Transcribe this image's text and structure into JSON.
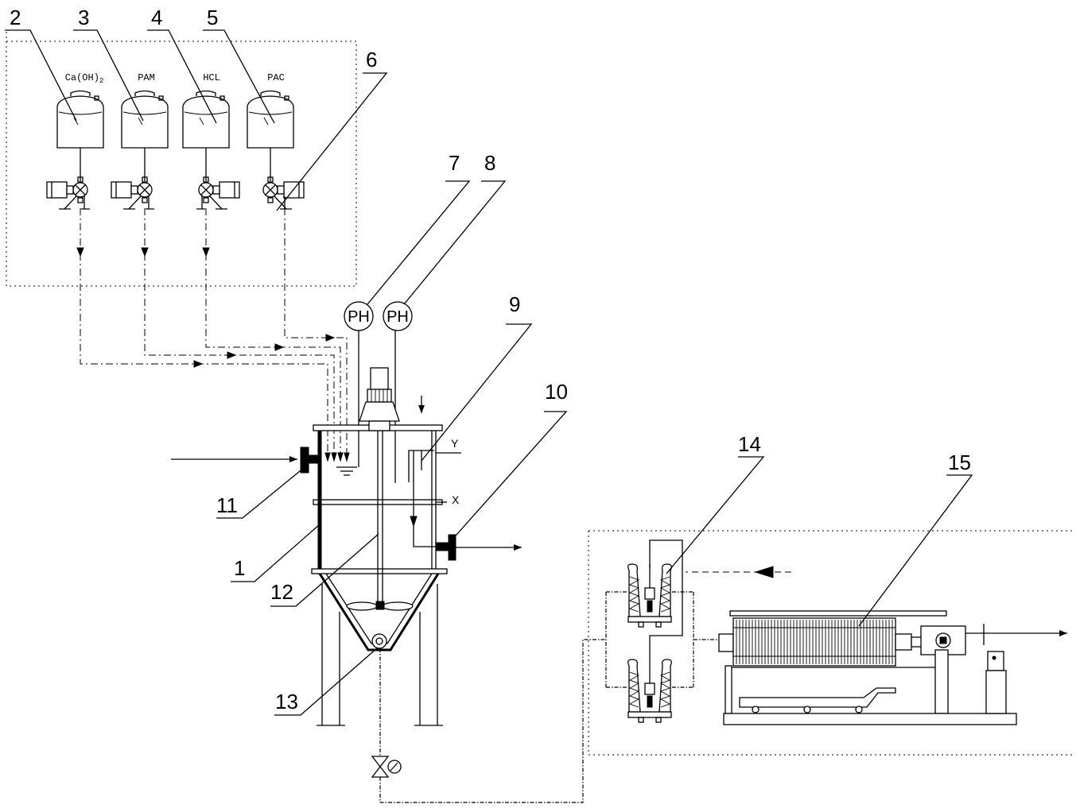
{
  "figure": {
    "background": "#ffffff",
    "line_color": "#000000"
  },
  "tanks": [
    {
      "label": "Ca(OH)",
      "label_sub": "2"
    },
    {
      "label": "PAM"
    },
    {
      "label": "HCL"
    },
    {
      "label": "PAC"
    }
  ],
  "ph_meters": [
    "PH",
    "PH"
  ],
  "level_marks": {
    "upper": "Y",
    "lower": "X"
  },
  "callouts": [
    "1",
    "2",
    "3",
    "4",
    "5",
    "6",
    "7",
    "8",
    "9",
    "10",
    "11",
    "12",
    "13",
    "14",
    "15"
  ]
}
